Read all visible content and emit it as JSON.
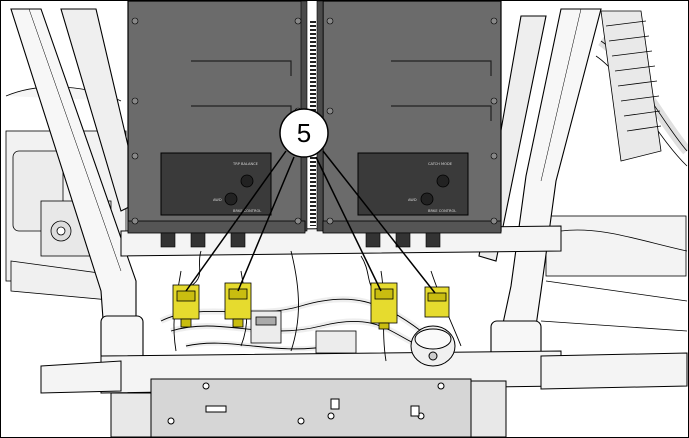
{
  "callout": {
    "number": "5"
  },
  "panel_labels": {
    "left_top": "TRP BALANCE",
    "left_switch": "AWD",
    "left_bottom": "BRKE CONTROL",
    "right_top": "CATCH MODE",
    "right_switch": "AWD",
    "right_bottom": "BRKE CONTROL"
  },
  "colors": {
    "housing": "#6b6b6b",
    "housing_dark": "#4a4a4a",
    "panel": "#3a3a3a",
    "connector": "#e6db2e",
    "line": "#000000",
    "frame_tube": "#eeeeee"
  }
}
